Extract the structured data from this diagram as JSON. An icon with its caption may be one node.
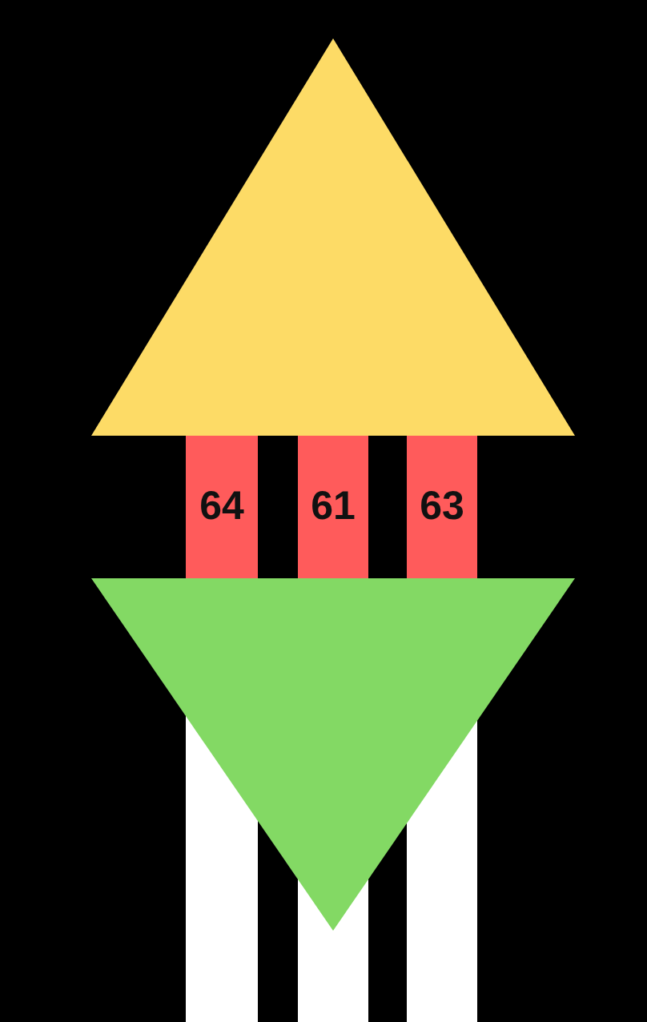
{
  "diagram": {
    "nodes": [
      {
        "text": [],
        "shape": "triangle"
      },
      {
        "text": [
          "64"
        ]
      },
      {
        "text": [
          "61"
        ]
      },
      {
        "text": [
          "63"
        ]
      },
      {
        "text": [],
        "shape": "triangle"
      },
      {
        "text": [],
        "shape": "bar"
      },
      {
        "text": [],
        "shape": "bar"
      },
      {
        "text": [],
        "shape": "bar"
      }
    ],
    "edges": []
  }
}
